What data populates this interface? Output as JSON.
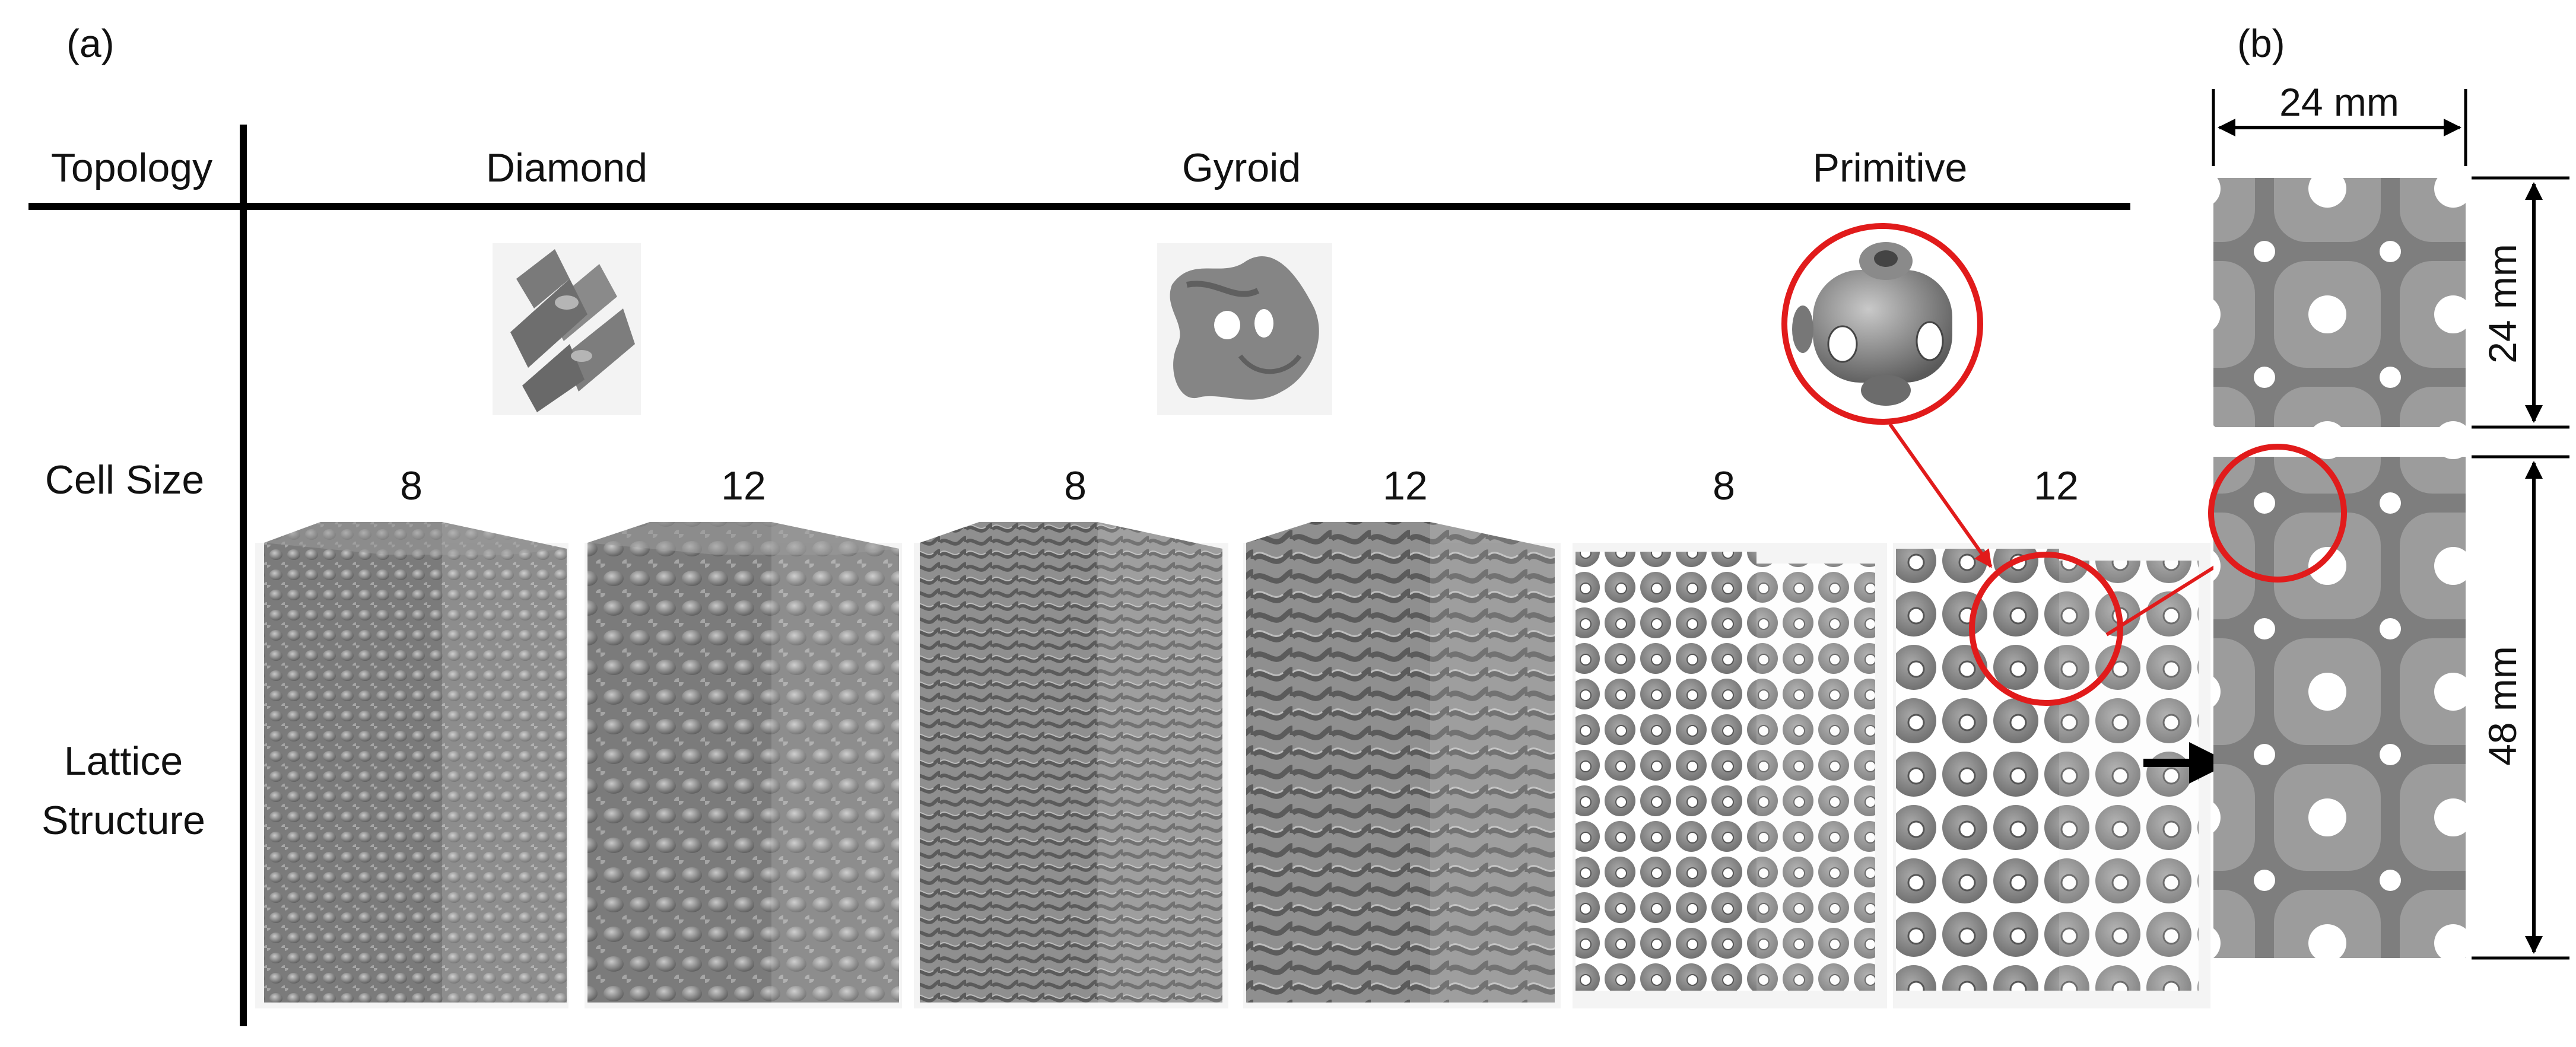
{
  "panels": {
    "a": "(a)",
    "b": "(b)"
  },
  "table": {
    "row_labels": {
      "topology": "Topology",
      "cell_size": "Cell Size",
      "lattice_line1": "Lattice",
      "lattice_line2": "Structure"
    },
    "topologies": [
      "Diamond",
      "Gyroid",
      "Primitive"
    ],
    "cell_sizes": [
      "8",
      "12",
      "8",
      "12",
      "8",
      "12"
    ]
  },
  "dimensions": {
    "width": "24 mm",
    "top_height": "24 mm",
    "bottom_height": "48 mm"
  },
  "colors": {
    "text": "#111111",
    "rule": "#000000",
    "lattice_gray": "#8a8a8a",
    "lattice_dark": "#5e5e5e",
    "highlight": "#e11b1b"
  }
}
